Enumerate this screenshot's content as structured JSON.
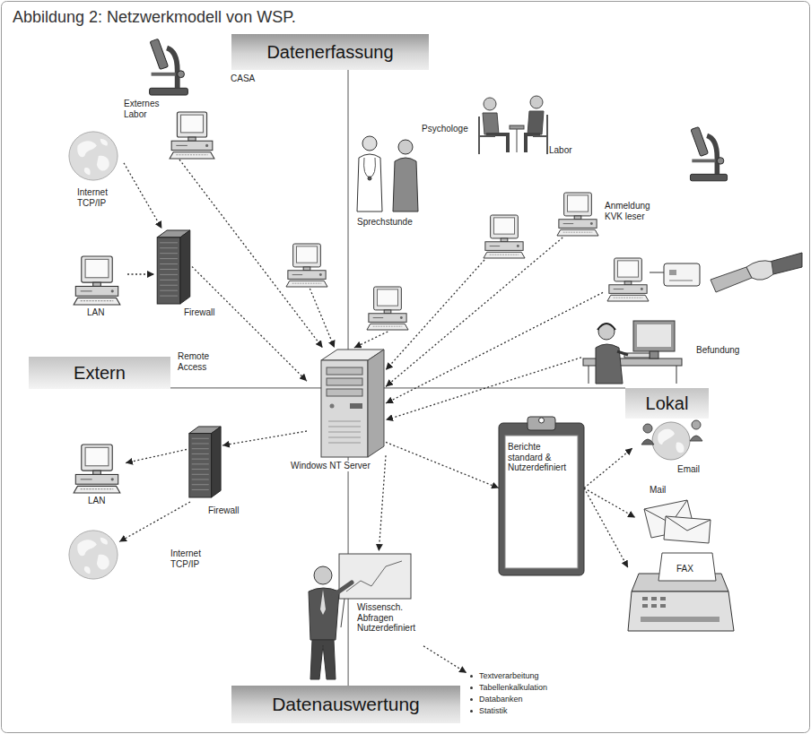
{
  "diagram": {
    "title": "Abbildung 2: Netzwerkmodell von WSP.",
    "nodes": [
      {
        "text": [
          "Datenerfassung"
        ]
      },
      {
        "text": [
          "Externes Labor"
        ]
      },
      {
        "text": [
          "CASA"
        ]
      },
      {
        "text": [
          "Sprechstunde"
        ]
      },
      {
        "text": [
          "Psychologe"
        ]
      },
      {
        "text": [
          "Labor"
        ]
      },
      {
        "text": [
          "Anmeldung KVK leser"
        ]
      },
      {
        "text": [
          "Internet TCP/IP"
        ]
      },
      {
        "text": [
          "LAN"
        ]
      },
      {
        "text": [
          "Firewall"
        ]
      },
      {
        "text": [
          "Befundung"
        ]
      },
      {
        "text": [
          "Extern"
        ]
      },
      {
        "text": [
          "Windows NT Server"
        ]
      },
      {
        "text": [
          "Lokal"
        ]
      },
      {
        "text": [
          "Firewall"
        ]
      },
      {
        "text": [
          "LAN"
        ]
      },
      {
        "text": [
          "Internet TCP/IP"
        ]
      },
      {
        "text": [
          "Berichte standard & Nutzerdefiniert"
        ]
      },
      {
        "text": [
          "Email"
        ]
      },
      {
        "text": [
          "Mail"
        ]
      },
      {
        "text": [
          "FAX"
        ]
      },
      {
        "text": [
          "Wissensch. Abfragen Nutzerdefiniert"
        ]
      },
      {
        "text": [
          "Textverarbeitung",
          "Tabellenkalkulation",
          "Databanken",
          "Statistik"
        ]
      },
      {
        "text": [
          "Datenauswertung"
        ]
      }
    ],
    "edges": [
      {
        "from": 0,
        "to": 23,
        "arrow": "none"
      },
      {
        "from": 11,
        "to": 13,
        "arrow": "none"
      },
      {
        "from": 1,
        "to": 12,
        "arrow": "to"
      },
      {
        "from": 2,
        "to": 12,
        "arrow": "to"
      },
      {
        "from": 3,
        "to": 12,
        "arrow": "to"
      },
      {
        "from": 4,
        "to": 12,
        "arrow": "to"
      },
      {
        "from": 5,
        "to": 12,
        "arrow": "to"
      },
      {
        "from": 6,
        "to": 12,
        "arrow": "to"
      },
      {
        "from": 10,
        "to": 12,
        "arrow": "to"
      },
      {
        "from": 7,
        "to": 9,
        "arrow": "to"
      },
      {
        "from": 8,
        "to": 9,
        "arrow": "to"
      },
      {
        "from": 9,
        "to": 12,
        "arrow": "to"
      },
      {
        "from": 12,
        "to": 14,
        "arrow": "to"
      },
      {
        "from": 14,
        "to": 15,
        "arrow": "to"
      },
      {
        "from": 14,
        "to": 16,
        "arrow": "to"
      },
      {
        "from": 12,
        "to": 17,
        "arrow": "to"
      },
      {
        "from": 17,
        "to": 18,
        "arrow": "to"
      },
      {
        "from": 17,
        "to": 19,
        "arrow": "to"
      },
      {
        "from": 17,
        "to": 20,
        "arrow": "to"
      },
      {
        "from": 12,
        "to": 21,
        "arrow": "to"
      },
      {
        "from": 21,
        "to": 22,
        "arrow": "to"
      }
    ],
    "labels": [
      "Remote Access"
    ]
  }
}
